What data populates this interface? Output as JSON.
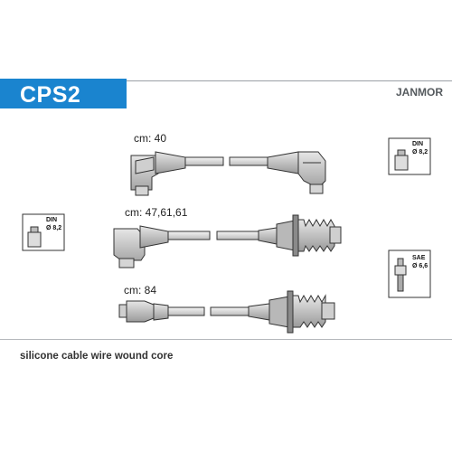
{
  "header": {
    "code": "CPS2",
    "brand": "JANMOR"
  },
  "cables": [
    {
      "length_label": "cm: 40"
    },
    {
      "length_label": "cm: 47,61,61"
    },
    {
      "length_label": "cm: 84"
    }
  ],
  "badges": {
    "din_right": {
      "title": "DIN",
      "size": "Ø 8,2"
    },
    "din_left": {
      "title": "DIN",
      "size": "Ø 8,2"
    },
    "sae": {
      "title": "SAE",
      "size": "Ø 6,6"
    }
  },
  "footer": {
    "description": "silicone cable wire wound core"
  },
  "colors": {
    "accent": "#1a84cf",
    "brand_text": "#555a5e"
  }
}
